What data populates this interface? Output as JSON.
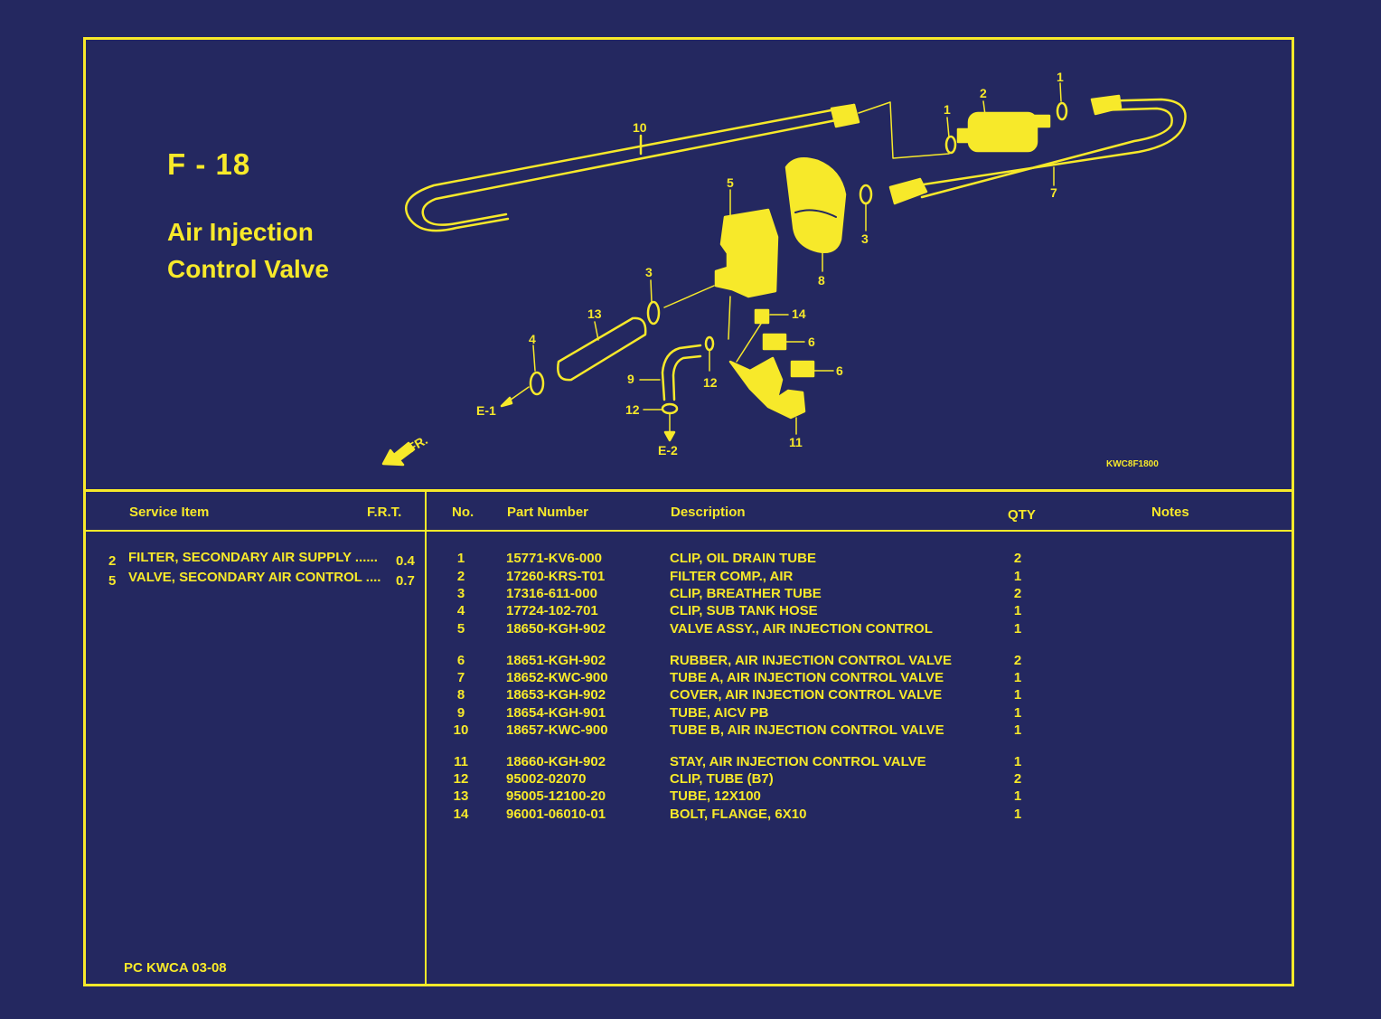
{
  "title": {
    "code": "F - 18",
    "name": "Air Injection Control Valve"
  },
  "figure_code": "KWC8F1800",
  "diagram_labels": {
    "callouts": [
      "1",
      "1",
      "2",
      "3",
      "3",
      "4",
      "5",
      "6",
      "6",
      "7",
      "8",
      "9",
      "10",
      "11",
      "12",
      "12",
      "13",
      "14"
    ],
    "connectors": [
      "E-1",
      "E-2"
    ],
    "front": "FR."
  },
  "service_table": {
    "headers": {
      "item": "Service Item",
      "frt": "F.R.T."
    },
    "rows": [
      {
        "num": "2",
        "item": "FILTER, SECONDARY AIR SUPPLY ......",
        "frt": "0.4"
      },
      {
        "num": "5",
        "item": "VALVE, SECONDARY AIR CONTROL ....",
        "frt": "0.7"
      }
    ]
  },
  "parts_table": {
    "headers": {
      "no": "No.",
      "part_number": "Part Number",
      "description": "Description",
      "qty": "QTY",
      "notes": "Notes"
    },
    "rows": [
      {
        "no": "1",
        "part_number": "15771-KV6-000",
        "description": "CLIP, OIL DRAIN TUBE",
        "qty": "2"
      },
      {
        "no": "2",
        "part_number": "17260-KRS-T01",
        "description": "FILTER COMP., AIR",
        "qty": "1"
      },
      {
        "no": "3",
        "part_number": "17316-611-000",
        "description": "CLIP, BREATHER TUBE",
        "qty": "2"
      },
      {
        "no": "4",
        "part_number": "17724-102-701",
        "description": "CLIP, SUB TANK HOSE",
        "qty": "1"
      },
      {
        "no": "5",
        "part_number": "18650-KGH-902",
        "description": "VALVE ASSY., AIR INJECTION  CONTROL",
        "qty": "1"
      },
      {
        "no": "6",
        "part_number": "18651-KGH-902",
        "description": "RUBBER, AIR INJECTION CONTROL   VALVE",
        "qty": "2"
      },
      {
        "no": "7",
        "part_number": "18652-KWC-900",
        "description": "TUBE A, AIR INJECTION CONTROL VALVE",
        "qty": "1"
      },
      {
        "no": "8",
        "part_number": "18653-KGH-902",
        "description": "COVER, AIR INJECTION CONTROL  VALVE",
        "qty": "1"
      },
      {
        "no": "9",
        "part_number": "18654-KGH-901",
        "description": "TUBE, AICV PB",
        "qty": "1"
      },
      {
        "no": "10",
        "part_number": "18657-KWC-900",
        "description": "TUBE B, AIR INJECTION CONTROL VALVE",
        "qty": "1"
      },
      {
        "no": "11",
        "part_number": "18660-KGH-902",
        "description": "STAY, AIR INJECTION CONTROL VALVE",
        "qty": "1"
      },
      {
        "no": "12",
        "part_number": "95002-02070",
        "description": "CLIP, TUBE (B7)",
        "qty": "2"
      },
      {
        "no": "13",
        "part_number": "95005-12100-20",
        "description": "TUBE, 12X100",
        "qty": "1"
      },
      {
        "no": "14",
        "part_number": "96001-06010-01",
        "description": "BOLT, FLANGE, 6X10",
        "qty": "1"
      }
    ]
  },
  "footer": "PC KWCA 03-08",
  "colors": {
    "background": "#242860",
    "ink": "#f7e92a"
  }
}
